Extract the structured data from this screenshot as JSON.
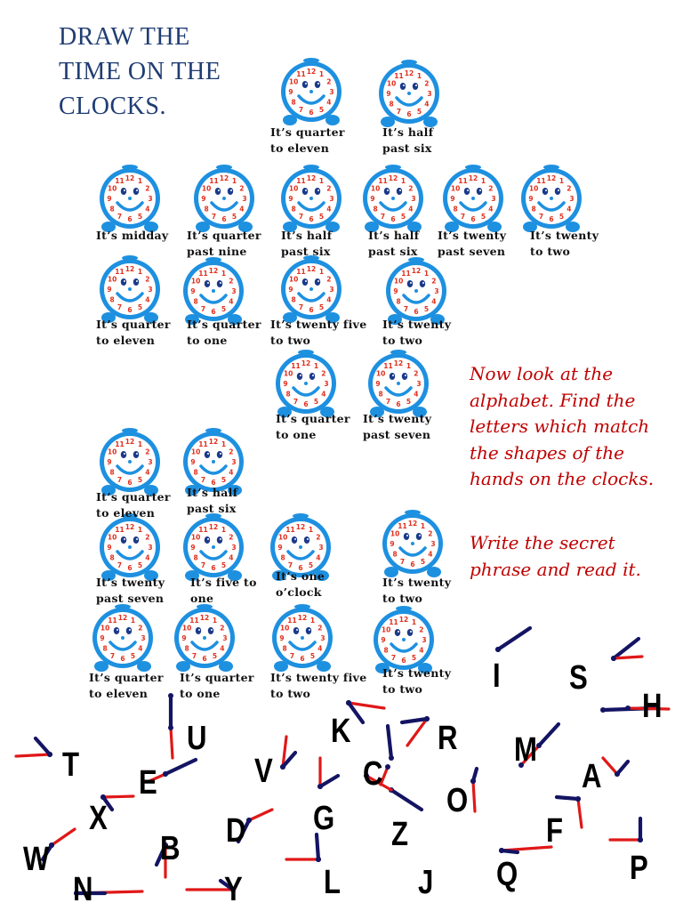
{
  "title": "DRAW THE TIME ON THE CLOCKS.",
  "instructions": {
    "line1": "Now look at the alphabet. Find the letters which match the shapes of the hands on the clocks.",
    "line2": "Write the secret phrase and read it."
  },
  "clock_face_numbers": [
    "12",
    "1",
    "2",
    "3",
    "4",
    "5",
    "6",
    "7",
    "8",
    "9",
    "10",
    "11"
  ],
  "colors": {
    "clock_blue": "#1e90e0",
    "numbers_red": "#e0301e",
    "hand_red": "#e01818",
    "hand_navy": "#141464",
    "title_navy": "#1f3d73",
    "instruction_red": "#c00000"
  },
  "clock_captions": [
    "It’s quarter\nto eleven",
    "It’s half\npast six",
    "It’s midday",
    "It’s quarter\npast nine",
    "It’s half\npast six",
    "It’s half\npast six",
    "It’s twenty\npast seven",
    "It’s twenty\nto two",
    "It’s quarter\nto eleven",
    "It’s quarter\nto one",
    "It’s twenty five\nto two",
    "It’s twenty\nto two",
    "It’s quarter\nto one",
    "It’s twenty\npast seven",
    "It’s quarter\nto eleven",
    "It’s half\npast six",
    "It’s twenty\npast seven",
    "It’s five to\none",
    "It’s one\no’clock",
    "It’s twenty\nto two",
    "It’s quarter\nto eleven",
    "It’s quarter\nto one",
    "It’s twenty five\nto two",
    "It’s twenty\nto two"
  ],
  "letters": [
    "I",
    "S",
    "H",
    "K",
    "R",
    "U",
    "M",
    "T",
    "V",
    "C",
    "E",
    "A",
    "O",
    "X",
    "G",
    "D",
    "Z",
    "F",
    "B",
    "W",
    "Q",
    "P",
    "N",
    "Y",
    "L",
    "J"
  ]
}
